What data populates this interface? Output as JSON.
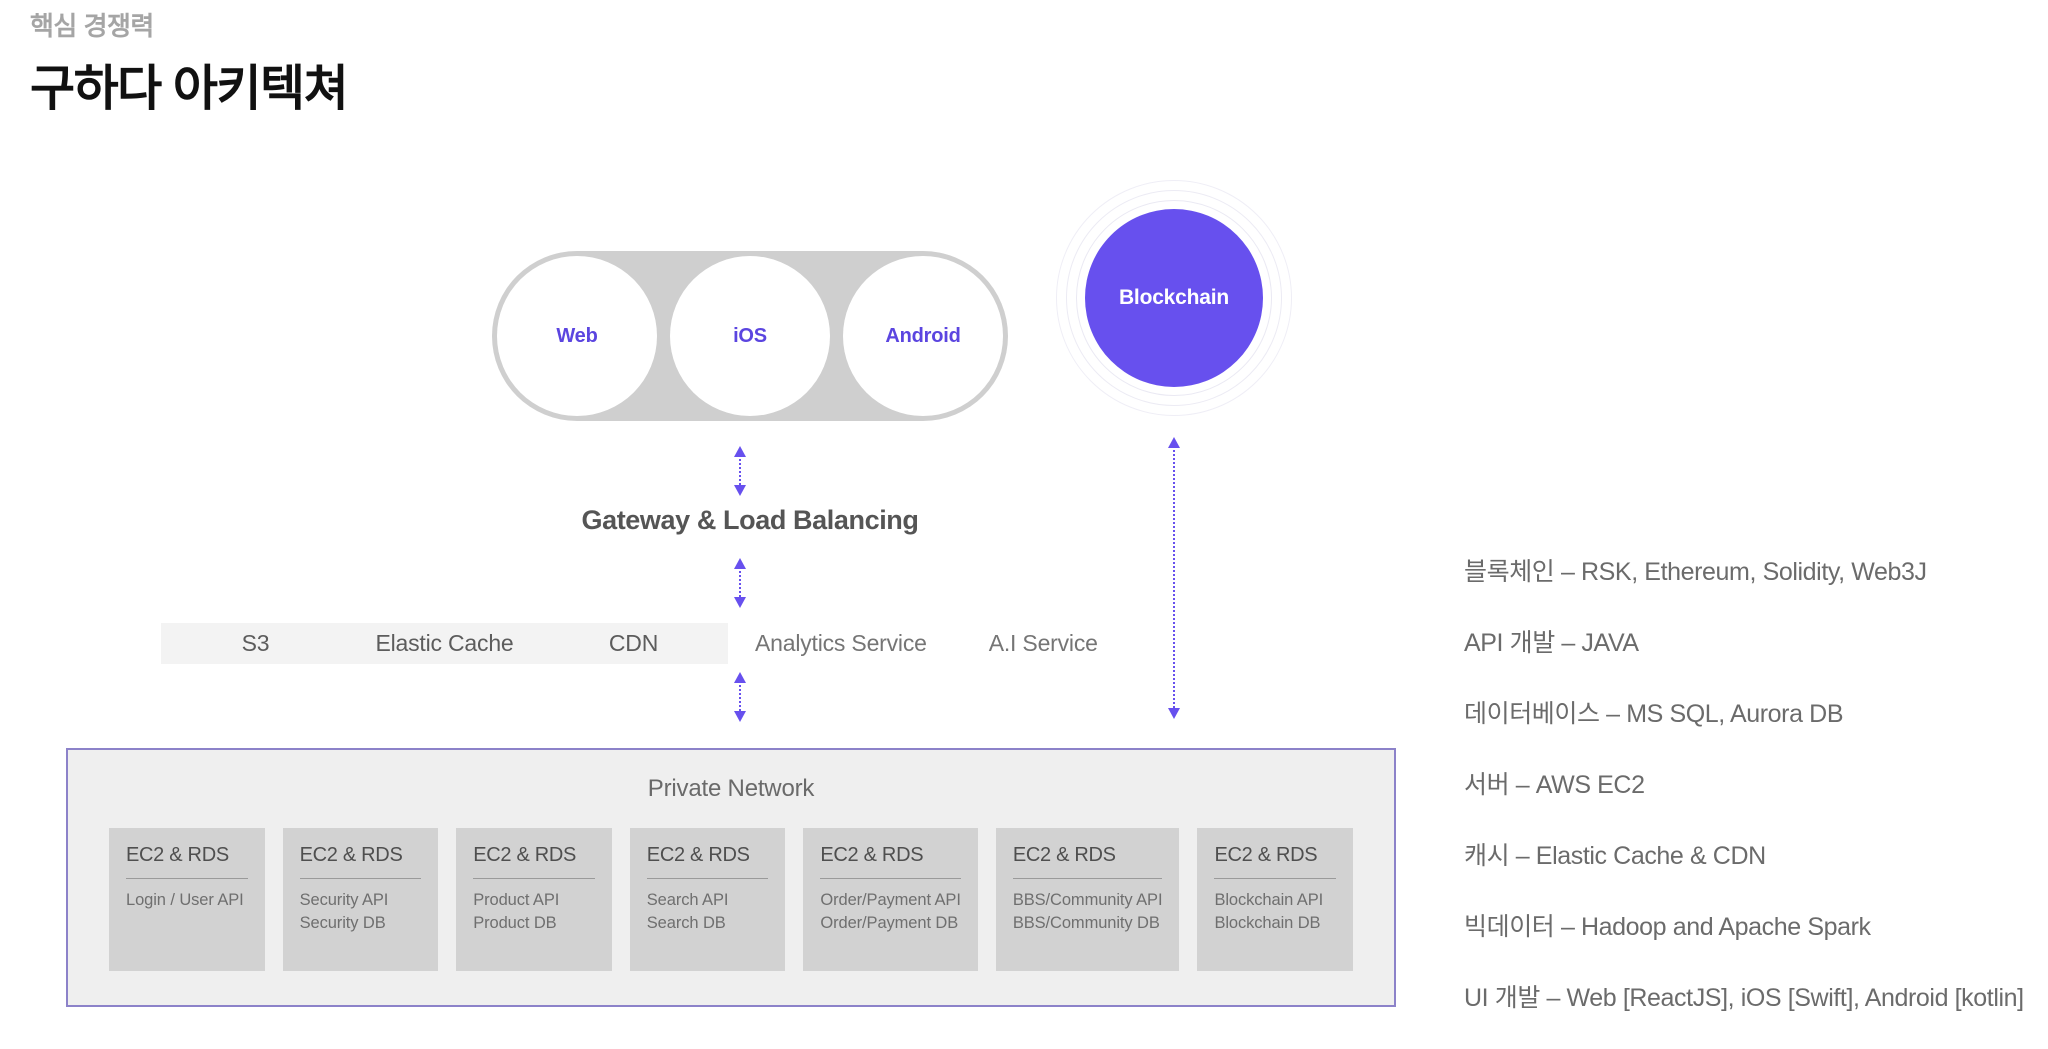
{
  "header": {
    "eyebrow": "핵심 경쟁력",
    "title": "구하다 아키텍쳐"
  },
  "clients": {
    "nodes": [
      {
        "label": "Web"
      },
      {
        "label": "iOS"
      },
      {
        "label": "Android"
      }
    ]
  },
  "blockchain": {
    "label": "Blockchain"
  },
  "gateway": {
    "label": "Gateway & Load Balancing"
  },
  "services": {
    "band": [
      {
        "label": "S3"
      },
      {
        "label": "Elastic Cache"
      },
      {
        "label": "CDN"
      }
    ],
    "extra": [
      {
        "label": "Analytics Service"
      },
      {
        "label": "A.I Service"
      }
    ]
  },
  "private_network": {
    "title": "Private Network",
    "cards": [
      {
        "title": "EC2 & RDS",
        "lines": [
          "Login / User API"
        ]
      },
      {
        "title": "EC2 & RDS",
        "lines": [
          "Security API",
          "Security DB"
        ]
      },
      {
        "title": "EC2 & RDS",
        "lines": [
          "Product API",
          "Product DB"
        ]
      },
      {
        "title": "EC2 & RDS",
        "lines": [
          "Search API",
          "Search DB"
        ]
      },
      {
        "title": "EC2 & RDS",
        "lines": [
          "Order/Payment API",
          "Order/Payment DB"
        ]
      },
      {
        "title": "EC2 & RDS",
        "lines": [
          "BBS/Community API",
          "BBS/Community DB"
        ]
      },
      {
        "title": "EC2 & RDS",
        "lines": [
          "Blockchain API",
          "Blockchain DB"
        ]
      }
    ]
  },
  "tech_stack": {
    "items": [
      {
        "label": "블록체인 – RSK, Ethereum, Solidity, Web3J"
      },
      {
        "label": "API 개발 – JAVA"
      },
      {
        "label": "데이터베이스 – MS SQL, Aurora DB"
      },
      {
        "label": "서버 – AWS EC2"
      },
      {
        "label": "캐시 – Elastic Cache & CDN"
      },
      {
        "label": "빅데이터 – Hadoop and Apache Spark"
      },
      {
        "label": "UI 개발 – Web [ReactJS], iOS [Swift], Android [kotlin]"
      }
    ]
  },
  "colors": {
    "accent_purple": "#6750ee",
    "capsule_gray": "#cfcfcf",
    "network_border": "#8c82c9",
    "card_gray": "#d2d2d2"
  }
}
